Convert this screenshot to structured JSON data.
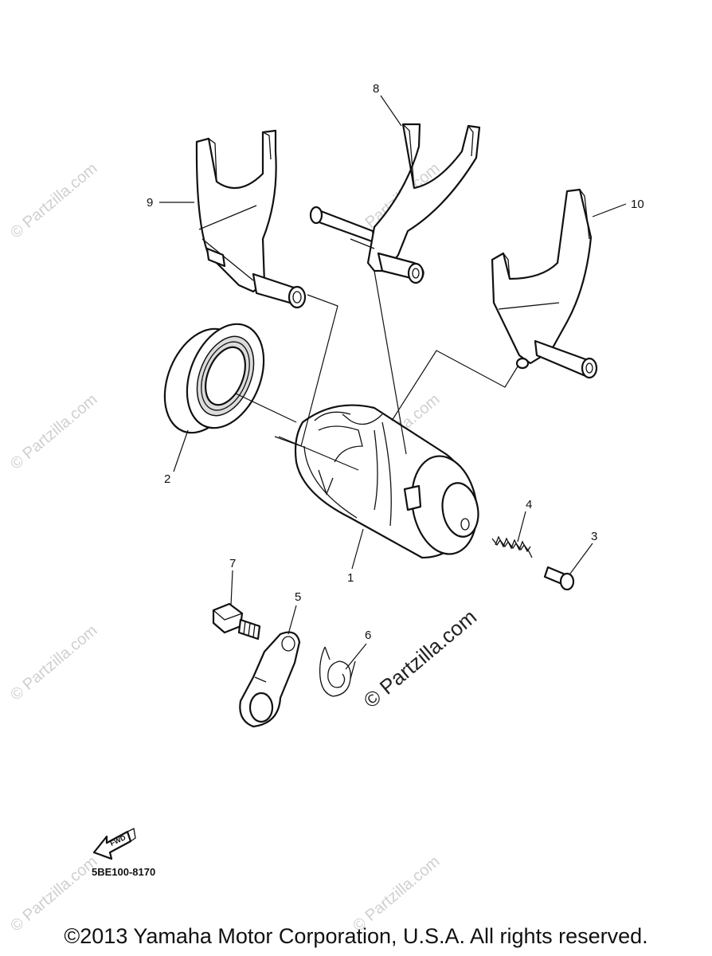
{
  "callouts": {
    "c1": "1",
    "c2": "2",
    "c3": "3",
    "c4": "4",
    "c5": "5",
    "c6": "6",
    "c7": "7",
    "c8": "8",
    "c9": "9",
    "c10": "10"
  },
  "fwd_label": "FWD",
  "diagram_code": "5BE100-8170",
  "watermarks": {
    "center": "© Partzilla.com",
    "faint": "© Partzilla.com"
  },
  "copyright": "©2013 Yamaha Motor Corporation, U.S.A. All rights reserved.",
  "colors": {
    "ink": "#111111",
    "watermark": "#cfcfcf",
    "background": "#ffffff"
  }
}
